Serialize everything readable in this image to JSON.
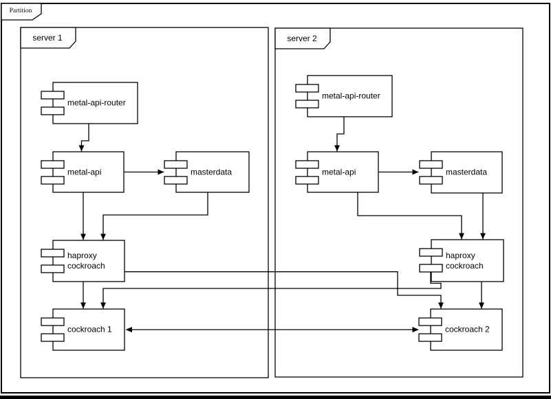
{
  "diagram": {
    "partition": {
      "label": "Partition"
    },
    "servers": [
      {
        "id": "server-1",
        "label": "server 1"
      },
      {
        "id": "server-2",
        "label": "server 2"
      }
    ],
    "components": [
      {
        "id": "metal-api-router-1",
        "label": "metal-api-router",
        "server": "server 1"
      },
      {
        "id": "metal-api-1",
        "label": "metal-api",
        "server": "server 1"
      },
      {
        "id": "masterdata-1",
        "label": "masterdata",
        "server": "server 1"
      },
      {
        "id": "haproxy-cockroach-1",
        "label": "haproxy\ncockroach",
        "server": "server 1"
      },
      {
        "id": "cockroach-1",
        "label": "cockroach 1",
        "server": "server 1"
      },
      {
        "id": "metal-api-router-2",
        "label": "metal-api-router",
        "server": "server 2"
      },
      {
        "id": "metal-api-2",
        "label": "metal-api",
        "server": "server 2"
      },
      {
        "id": "masterdata-2",
        "label": "masterdata",
        "server": "server 2"
      },
      {
        "id": "haproxy-cockroach-2",
        "label": "haproxy\ncockroach",
        "server": "server 2"
      },
      {
        "id": "cockroach-2",
        "label": "cockroach 2",
        "server": "server 2"
      }
    ],
    "edges": [
      {
        "from": "metal-api-router-1",
        "to": "metal-api-1",
        "type": "arrow"
      },
      {
        "from": "metal-api-1",
        "to": "masterdata-1",
        "type": "arrow"
      },
      {
        "from": "metal-api-1",
        "to": "haproxy-cockroach-1",
        "type": "arrow"
      },
      {
        "from": "masterdata-1",
        "to": "haproxy-cockroach-1",
        "type": "arrow"
      },
      {
        "from": "haproxy-cockroach-1",
        "to": "cockroach-1",
        "type": "arrow"
      },
      {
        "from": "haproxy-cockroach-1",
        "to": "cockroach-2",
        "type": "arrow"
      },
      {
        "from": "metal-api-router-2",
        "to": "metal-api-2",
        "type": "arrow"
      },
      {
        "from": "metal-api-2",
        "to": "masterdata-2",
        "type": "arrow"
      },
      {
        "from": "metal-api-2",
        "to": "haproxy-cockroach-2",
        "type": "arrow"
      },
      {
        "from": "masterdata-2",
        "to": "haproxy-cockroach-2",
        "type": "arrow"
      },
      {
        "from": "haproxy-cockroach-2",
        "to": "cockroach-2",
        "type": "arrow"
      },
      {
        "from": "haproxy-cockroach-2",
        "to": "cockroach-1",
        "type": "arrow"
      },
      {
        "from": "cockroach-1",
        "to": "cockroach-2",
        "type": "double-arrow"
      }
    ],
    "colors": {
      "stroke": "#000000",
      "background": "#ffffff"
    }
  }
}
